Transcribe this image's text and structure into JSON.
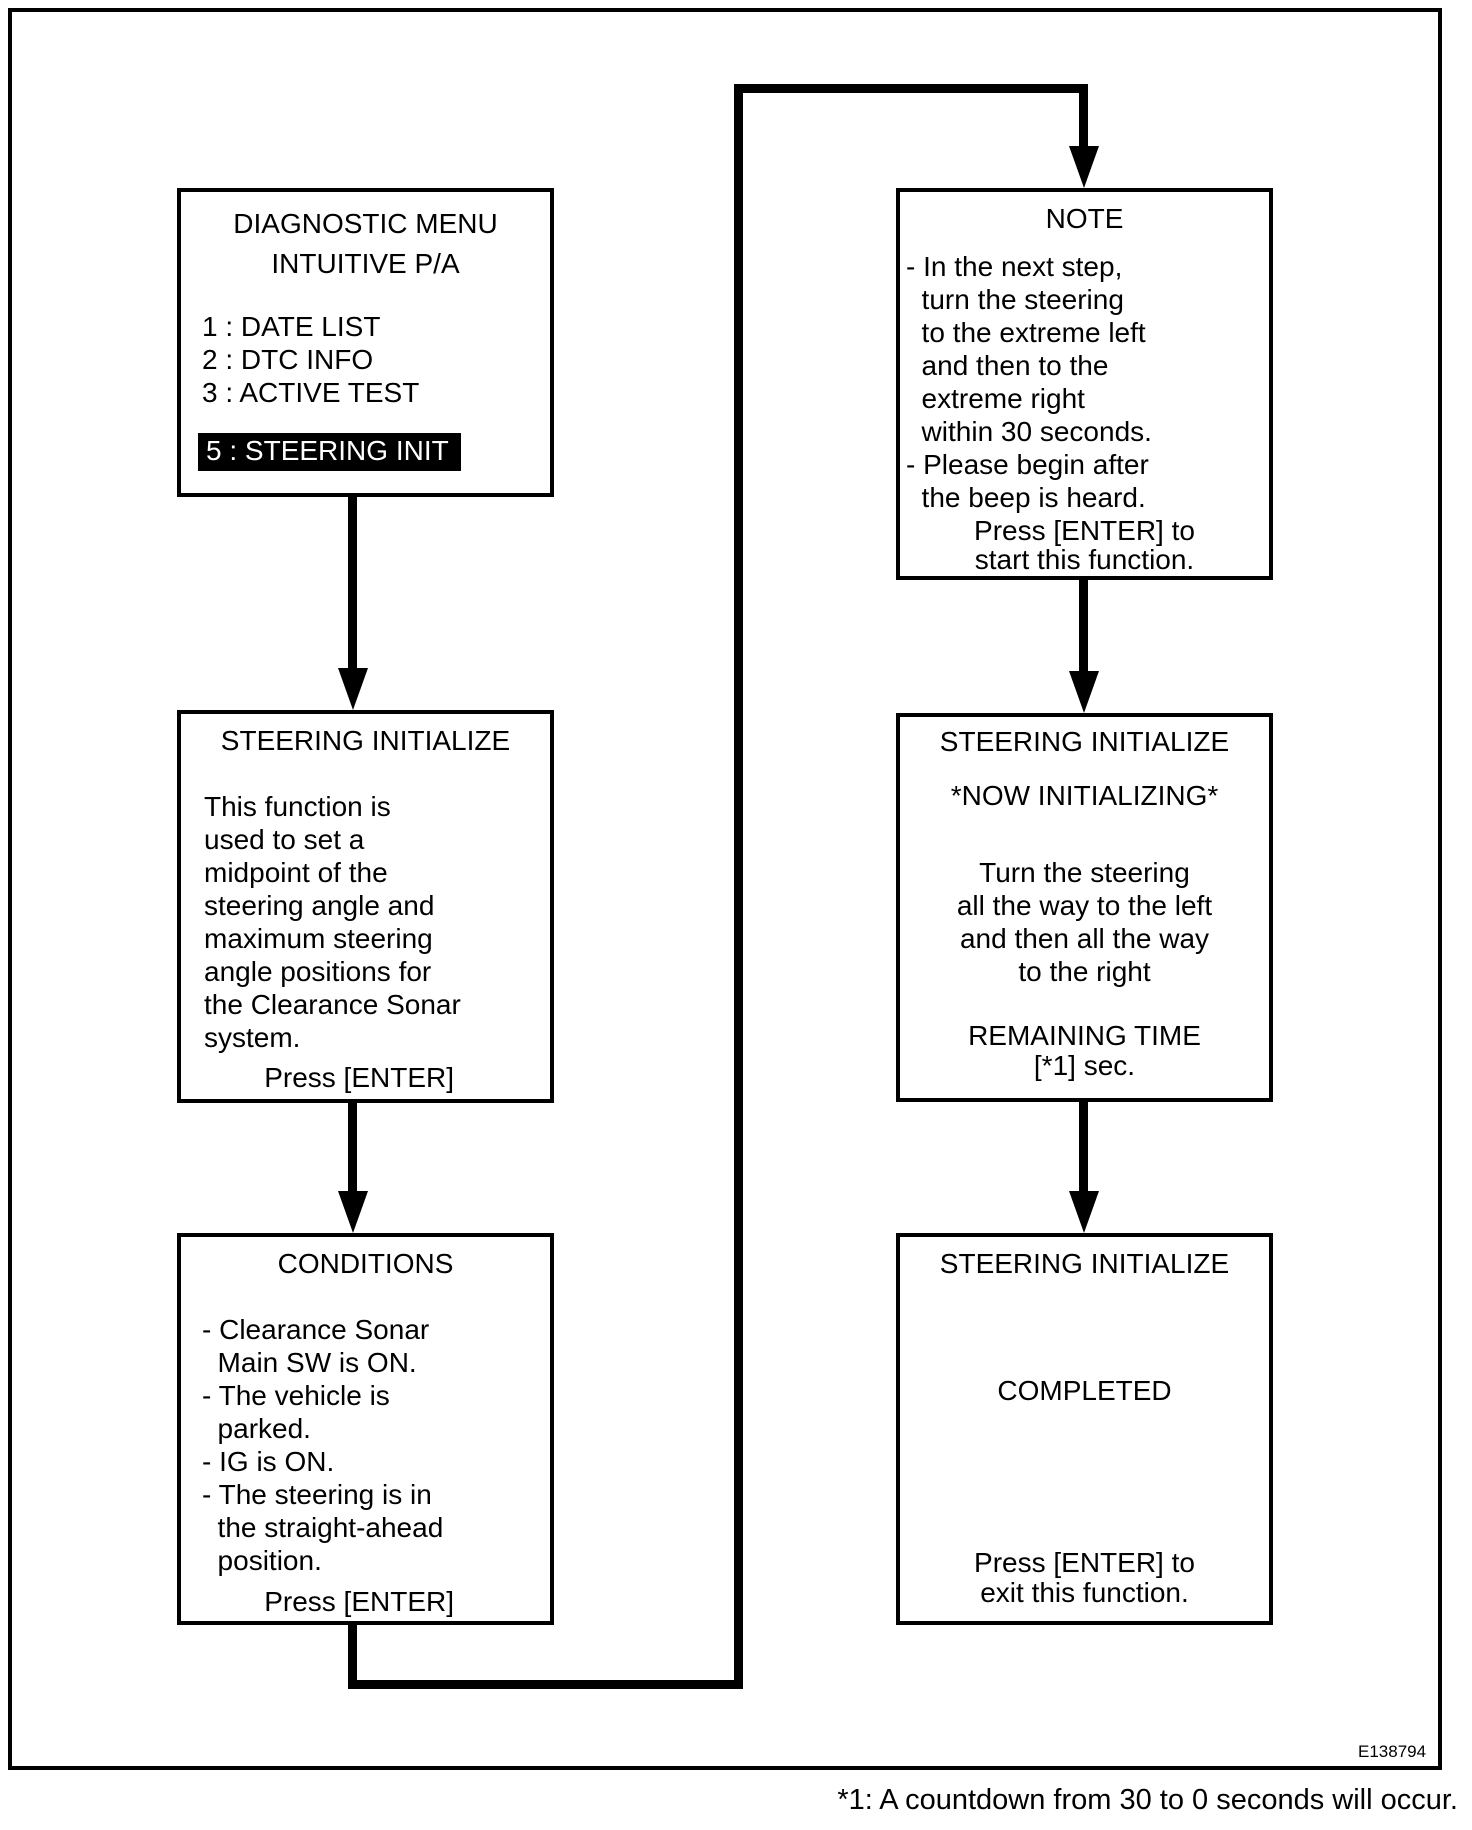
{
  "colors": {
    "ink": "#000000",
    "paper": "#ffffff",
    "highlight_bg": "#000000",
    "highlight_text": "#ffffff"
  },
  "boxes": {
    "diagnostic_menu": {
      "title_line1": "DIAGNOSTIC MENU",
      "title_line2": "INTUITIVE P/A",
      "items": "1 : DATE LIST\n2 : DTC INFO\n3 : ACTIVE TEST",
      "selected_item": "5 : STEERING INIT"
    },
    "steering_initialize": {
      "title": "STEERING INITIALIZE",
      "body": "This function is\nused to set a\nmidpoint of the\nsteering angle and\nmaximum steering\nangle positions for\nthe Clearance Sonar\nsystem.",
      "action": "Press [ENTER]"
    },
    "conditions": {
      "title": "CONDITIONS",
      "body": "- Clearance Sonar\n  Main SW is ON.\n- The vehicle is\n  parked.\n- IG is ON.\n- The steering is in\n  the straight-ahead\n  position.",
      "action": "Press [ENTER]"
    },
    "note": {
      "title": "NOTE",
      "body": "- In the next step,\n  turn the steering\n  to the extreme left\n  and then to the\n  extreme right\n  within 30 seconds.\n- Please begin after\n  the beep is heard.",
      "action": "Press [ENTER] to\nstart this function."
    },
    "now_initializing": {
      "title": "STEERING INITIALIZE",
      "status": "*NOW INITIALIZING*",
      "body": "Turn the steering\nall the way to the left\nand then all the way\nto the right",
      "remaining": "REMAINING TIME\n[*1] sec."
    },
    "completed": {
      "title": "STEERING INITIALIZE",
      "status": "COMPLETED",
      "action": "Press [ENTER] to\nexit this function."
    }
  },
  "footer": {
    "figure_code": "E138794",
    "footnote": "*1: A countdown from 30 to 0 seconds will occur."
  }
}
